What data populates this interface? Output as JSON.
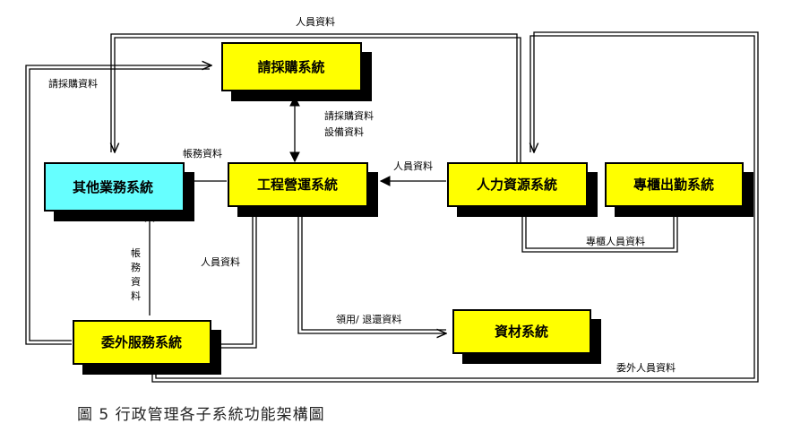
{
  "boxes": {
    "purchase": "請採購系統",
    "other": "其他業務系統",
    "engineering": "工程營運系統",
    "hr": "人力資源系統",
    "attendance": "專櫃出勤系統",
    "outsource": "委外服務系統",
    "materials": "資材系統"
  },
  "labels": {
    "hr_top": "人員資料",
    "purchase_left": "請採購資料",
    "purchase_data": "請採購資料",
    "equipment_data": "設備資料",
    "accounting_top": "帳務資料",
    "hr_to_eng": "人員資料",
    "accounting_v1": "帳",
    "accounting_v2": "務",
    "accounting_v3": "資",
    "accounting_v4": "料",
    "outsource_hr": "人員資料",
    "counter_staff": "專櫃人員資料",
    "requisition": "領用/ 退還資料",
    "outsource_staff": "委外人員資料"
  },
  "colors": {
    "yellow": "#ffff00",
    "cyan": "#66ffff",
    "shadow": "#000000",
    "line": "#000000"
  },
  "caption": "圖 5 行政管理各子系統功能架構圖"
}
